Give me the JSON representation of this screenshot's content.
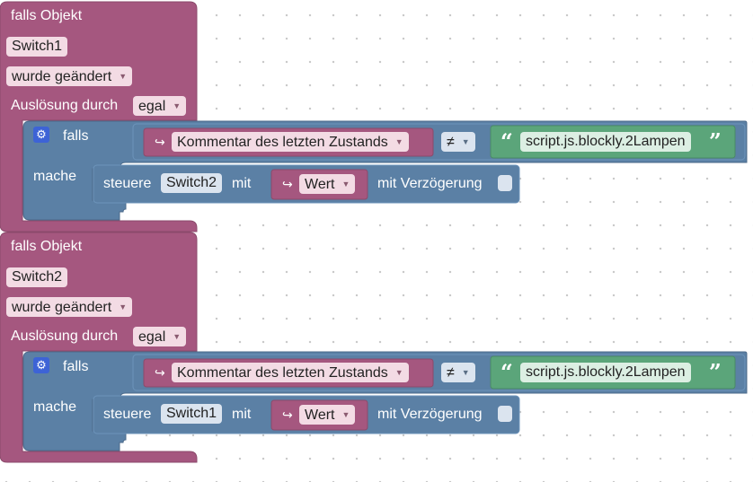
{
  "colors": {
    "trigger_block": "#a5577f",
    "logic_block": "#5b80a5",
    "variable_block": "#a5577f",
    "text_block": "#5ba57a"
  },
  "blocks": [
    {
      "falls_objekt": "falls Objekt",
      "object_id": "Switch1",
      "change_mode": "wurde geändert",
      "ausloesung_label": "Auslösung durch",
      "ausloesung_value": "egal",
      "if_label": "falls",
      "do_label": "mache",
      "gear_icon": "gear-icon",
      "var_arrow": "↪",
      "var_name": "Kommentar des letzten Zustands",
      "operator": "≠",
      "text_value": "script.js.blockly.2Lampen",
      "quote_open": "“",
      "quote_close": "”",
      "control_label": "steuere",
      "control_target": "Switch2",
      "with_label": "mit",
      "value_arrow": "↪",
      "value_name": "Wert",
      "delay_label": "mit Verzögerung"
    },
    {
      "falls_objekt": "falls Objekt",
      "object_id": "Switch2",
      "change_mode": "wurde geändert",
      "ausloesung_label": "Auslösung durch",
      "ausloesung_value": "egal",
      "if_label": "falls",
      "do_label": "mache",
      "gear_icon": "gear-icon",
      "var_arrow": "↪",
      "var_name": "Kommentar des letzten Zustands",
      "operator": "≠",
      "text_value": "script.js.blockly.2Lampen",
      "quote_open": "“",
      "quote_close": "”",
      "control_label": "steuere",
      "control_target": "Switch1",
      "with_label": "mit",
      "value_arrow": "↪",
      "value_name": "Wert",
      "delay_label": "mit Verzögerung"
    }
  ]
}
